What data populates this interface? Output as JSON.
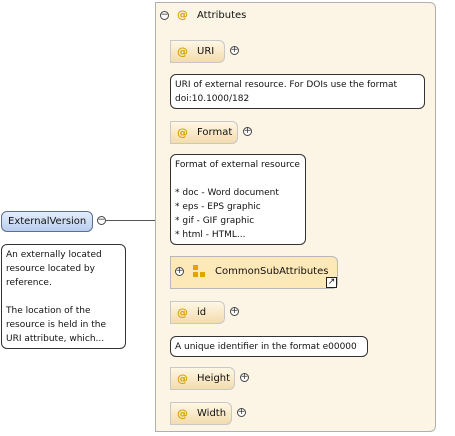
{
  "element": {
    "label": "ExternalVersion",
    "description_lines": [
      "An externally located",
      "resource located by",
      "reference.",
      "",
      "The location of the",
      "resource is held in the",
      "URI attribute, which..."
    ]
  },
  "attributes_group": {
    "label": "Attributes"
  },
  "attributes": [
    {
      "name": "URI",
      "note_lines": [
        "URI of external resource. For DOIs use the format",
        "doi:10.1000/182"
      ]
    },
    {
      "name": "Format",
      "note_lines": [
        "Format of external resource",
        "",
        "* doc - Word document",
        "* eps - EPS graphic",
        "* gif - GIF graphic",
        "* html - HTML..."
      ]
    },
    {
      "name": "id",
      "note_lines": [
        "A unique identifier in the format e00000"
      ]
    },
    {
      "name": "Height",
      "note_lines": []
    },
    {
      "name": "Width",
      "note_lines": []
    }
  ],
  "attribute_group_ref": {
    "label": "CommonSubAttributes"
  },
  "symbols": {
    "attribute_marker": "@",
    "collapse": "⊖",
    "expand": "⊕",
    "shortcut_arrow": "↗"
  },
  "icons": [
    "collapse-icon",
    "expand-icon",
    "attribute-icon",
    "attribute-group-icon",
    "shortcut-arrow-icon"
  ],
  "colors": {
    "attribute_marker": "#d9a000",
    "element_fill": "#c9d9f2",
    "group_background": "#fcf4e4",
    "attribute_fill": "#f8e6c0",
    "group_ref_fill": "#fde8b8"
  }
}
